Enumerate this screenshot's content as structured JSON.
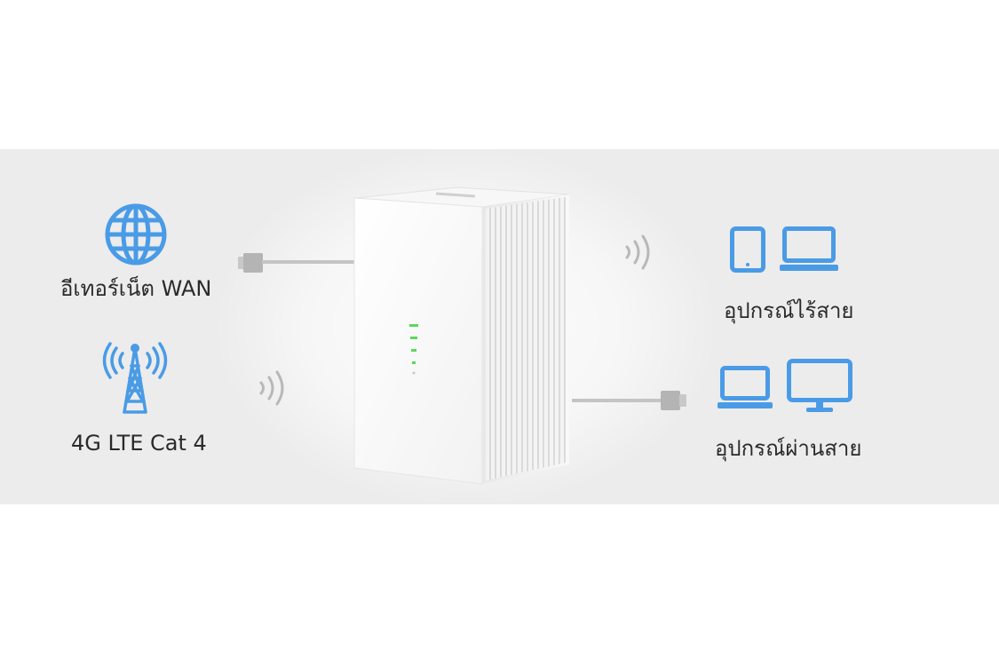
{
  "labels": {
    "wan": "อีเทอร์เน็ต WAN",
    "lte": "4G LTE Cat 4",
    "wireless_devices": "อุปกรณ์ไร้สาย",
    "wired_devices": "อุปกรณ์ผ่านสาย"
  },
  "icons": {
    "internet": "globe-icon",
    "cellular": "cell-tower-icon",
    "wifi_signal": "wifi-waves-icon",
    "tablet": "tablet-icon",
    "laptop": "laptop-icon",
    "monitor": "desktop-monitor-icon",
    "cable": "ethernet-plug-icon",
    "router": "router-device"
  },
  "colors": {
    "accent": "#4a9be6",
    "band_background": "#ececec",
    "text": "#2a2a2a",
    "led_green": "#5bd85b"
  }
}
